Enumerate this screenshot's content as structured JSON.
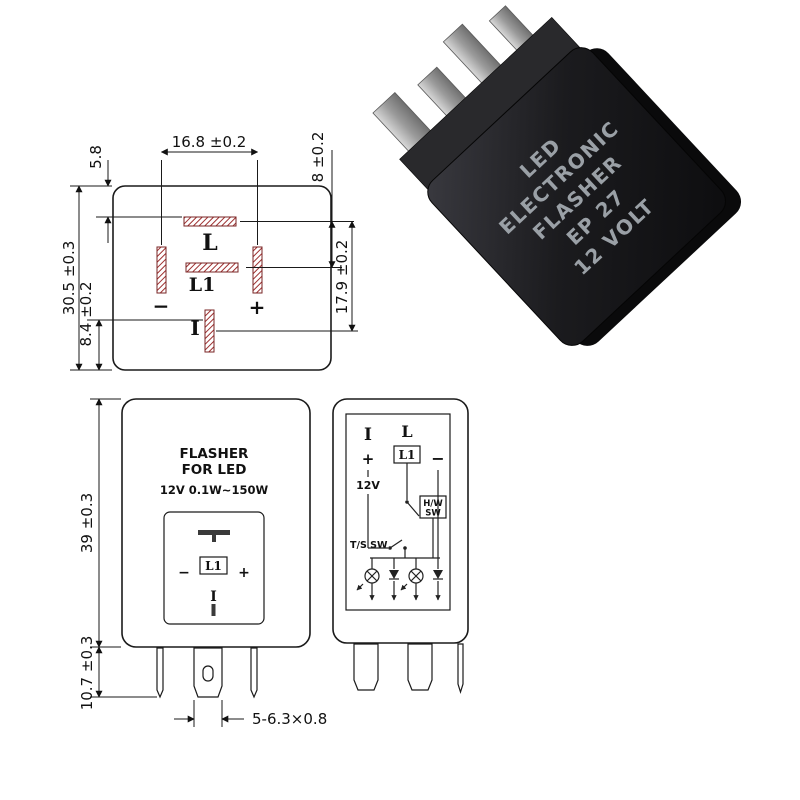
{
  "views": {
    "top": {
      "dims": {
        "d58": "5.8",
        "d168": "16.8 ±0.2",
        "d8": "8 ±0.2",
        "d305": "30.5 ±0.3",
        "d84": "8.4 ±0.2",
        "d179": "17.9 ±0.2"
      },
      "pins": {
        "l": "L",
        "l1": "L1",
        "minus": "−",
        "plus": "+",
        "i": "I"
      }
    },
    "front": {
      "label": {
        "line1": "FLASHER",
        "line2": "FOR LED",
        "line3": "12V 0.1W~150W"
      },
      "inner": {
        "l1": "L1",
        "minus": "−",
        "plus": "+",
        "i": "I"
      },
      "dims": {
        "d39": "39 ±0.3",
        "d107": "10.7 ±0.3",
        "dpin": "5-6.3×0.8"
      }
    },
    "circuit": {
      "labels": {
        "i": "I",
        "l": "L",
        "plus": "+",
        "l1": "L1",
        "minus": "−",
        "v12": "12V",
        "hw1": "H/W",
        "hw2": "SW",
        "ts": "T/S SW"
      }
    },
    "photo": {
      "lines": [
        "LED",
        "ELECTRONIC",
        "FLASHER",
        "EP 27",
        "12 VOLT"
      ]
    }
  },
  "colors": {
    "ink": "#1a1a1a",
    "pin_hatch": "#a03535",
    "relay_body": "#1a1a1d",
    "relay_text": "#9aa0a6",
    "pin_metal": "#b5b5b5"
  }
}
